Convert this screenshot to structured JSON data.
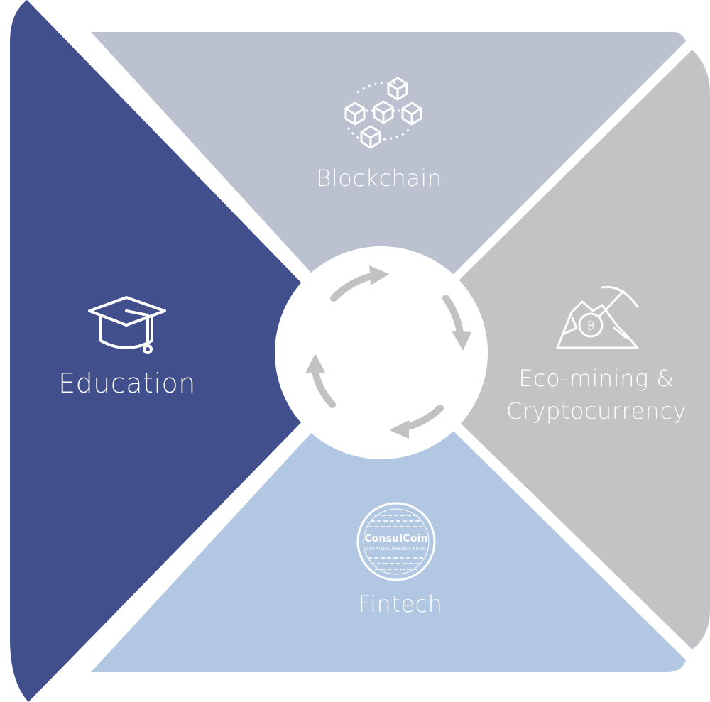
{
  "segments": {
    "blockchain": {
      "label": "Blockchain",
      "icon": "blockchain-cubes-icon",
      "color": "#bcc1d0"
    },
    "education": {
      "label": "Education",
      "icon": "graduation-cap-icon",
      "color": "#424f8d"
    },
    "eco_mining": {
      "label_line1": "Eco-mining &",
      "label_line2": "Cryptocurrency",
      "icon": "bitcoin-mining-pickaxe-icon",
      "color": "#c3c3c5"
    },
    "fintech": {
      "label": "Fintech",
      "icon": "consulcoin-logo",
      "color": "#b2c8e2"
    }
  },
  "logo": {
    "name": "ConsulCoin",
    "subtitle": "CRYPTOCURRENCY FUND"
  },
  "center": {
    "icon": "cycle-arrows-icon",
    "arrow_color": "#c2c2c2"
  }
}
